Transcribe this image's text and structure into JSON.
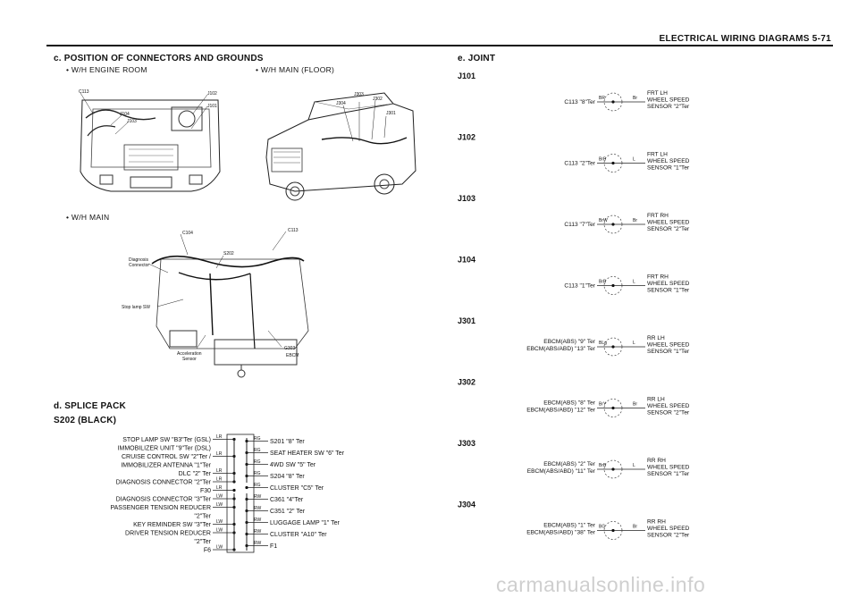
{
  "header": {
    "title": "ELECTRICAL WIRING DIAGRAMS  5-71"
  },
  "section_c": {
    "title": "c. POSITION OF CONNECTORS AND GROUNDS",
    "engine_room": "•  W/H  ENGINE  ROOM",
    "floor": "•  W/H  MAIN   (FLOOR)",
    "main": "•  W/H  MAIN",
    "engine_labels": [
      "C113",
      "J102",
      "J101",
      "J104",
      "J103"
    ],
    "floor_labels": [
      "J304",
      "J303",
      "J302",
      "J301"
    ],
    "main_labels": [
      "C104",
      "C113",
      "S202",
      "Diagnosis",
      "Connector",
      "Stop lamp SW",
      "Acceleration",
      "Sensor",
      "G303",
      "EBCM"
    ]
  },
  "section_d": {
    "title": "d. SPLICE PACK",
    "subtitle": "S202 (BLACK)",
    "left": [
      {
        "label": "STOP LAMP SW \"B3\"Ter (GSL)",
        "color": "LR"
      },
      {
        "label": "IMMOBILIZER UNIT \"9\"Ter (DSL)",
        "color": ""
      },
      {
        "label": "CRUISE CONTROL SW \"2\"Ter /",
        "color": "LR"
      },
      {
        "label": "IMMOBILIZER ANTENNA \"1\"Ter",
        "color": ""
      },
      {
        "label": "DLC \"2\" Ter",
        "color": "LR"
      },
      {
        "label": "DIAGNOSIS CONNECTOR \"2\"Ter",
        "color": "LR"
      },
      {
        "label": "F30",
        "color": "LR"
      },
      {
        "label": "DIAGNOSIS CONNECTOR \"3\"Ter",
        "color": "LW"
      },
      {
        "label": "PASSENGER TENSION REDUCER",
        "color": "LW"
      },
      {
        "label": "\"2\"Ter",
        "color": ""
      },
      {
        "label": "KEY REMINDER SW \"3\"Ter",
        "color": "LW"
      },
      {
        "label": "DRIVER TENSION REDUCER",
        "color": "LW"
      },
      {
        "label": "\"2\"Ter",
        "color": ""
      },
      {
        "label": "F6",
        "color": "LW"
      }
    ],
    "right": [
      {
        "label": "S201 \"8\" Ter",
        "color": "RG"
      },
      {
        "label": "SEAT HEATER SW \"6\" Ter",
        "color": "RG"
      },
      {
        "label": "4WD SW \"5\" Ter",
        "color": "RG"
      },
      {
        "label": "S204 \"8\" Ter",
        "color": "RG"
      },
      {
        "label": "CLUSTER \"C5\" Ter",
        "color": "RG"
      },
      {
        "label": "C361 \"4\"Ter",
        "color": "RW"
      },
      {
        "label": "C351 \"2\" Ter",
        "color": "RW"
      },
      {
        "label": "LUGGAGE LAMP \"1\" Ter",
        "color": "RW"
      },
      {
        "label": "CLUSTER \"A10\" Ter",
        "color": "RW"
      },
      {
        "label": "F1",
        "color": "RW"
      }
    ]
  },
  "section_e": {
    "title": "e. JOINT",
    "joints": [
      {
        "id": "J101",
        "src": [
          "C113 \"8\"Ter"
        ],
        "c1": "BR",
        "c2": "Br",
        "dst": [
          "FRT LH",
          "WHEEL SPEED",
          "SENSOR \"2\"Ter"
        ]
      },
      {
        "id": "J102",
        "src": [
          "C113 \"2\"Ter"
        ],
        "c1": "BrB",
        "c2": "L",
        "dst": [
          "FRT LH",
          "WHEEL SPEED",
          "SENSOR \"1\"Ter"
        ]
      },
      {
        "id": "J103",
        "src": [
          "C113 \"7\"Ter"
        ],
        "c1": "BrW",
        "c2": "Br",
        "dst": [
          "FRT RH",
          "WHEEL SPEED",
          "SENSOR \"2\"Ter"
        ]
      },
      {
        "id": "J104",
        "src": [
          "C113 \"1\"Ter"
        ],
        "c1": "BrB",
        "c2": "L",
        "dst": [
          "FRT RH",
          "WHEEL SPEED",
          "SENSOR \"1\"Ter"
        ]
      },
      {
        "id": "J301",
        "src": [
          "EBCM(ABS) \"9\" Ter",
          "EBCM(ABS/ABD) \"13\" Ter"
        ],
        "c1": "BLg",
        "c2": "L",
        "dst": [
          "RR LH",
          "WHEEL SPEED",
          "SENSOR \"1\"Ter"
        ]
      },
      {
        "id": "J302",
        "src": [
          "EBCM(ABS) \"8\" Ter",
          "EBCM(ABS/ABD) \"12\" Ter"
        ],
        "c1": "BrY",
        "c2": "Br",
        "dst": [
          "RR LH",
          "WHEEL SPEED",
          "SENSOR \"2\"Ter"
        ]
      },
      {
        "id": "J303",
        "src": [
          "EBCM(ABS) \"2\" Ter",
          "EBCM(ABS/ABD) \"11\" Ter"
        ],
        "c1": "BrB",
        "c2": "L",
        "dst": [
          "RR RH",
          "WHEEL SPEED",
          "SENSOR \"1\"Ter"
        ]
      },
      {
        "id": "J304",
        "src": [
          "EBCM(ABS) \"1\" Ter",
          "EBCM(ABS/ABD) \"38\" Ter"
        ],
        "c1": "BG",
        "c2": "Br",
        "dst": [
          "RR RH",
          "WHEEL SPEED",
          "SENSOR \"2\"Ter"
        ]
      }
    ]
  },
  "watermark": "carmanualsonline.info"
}
